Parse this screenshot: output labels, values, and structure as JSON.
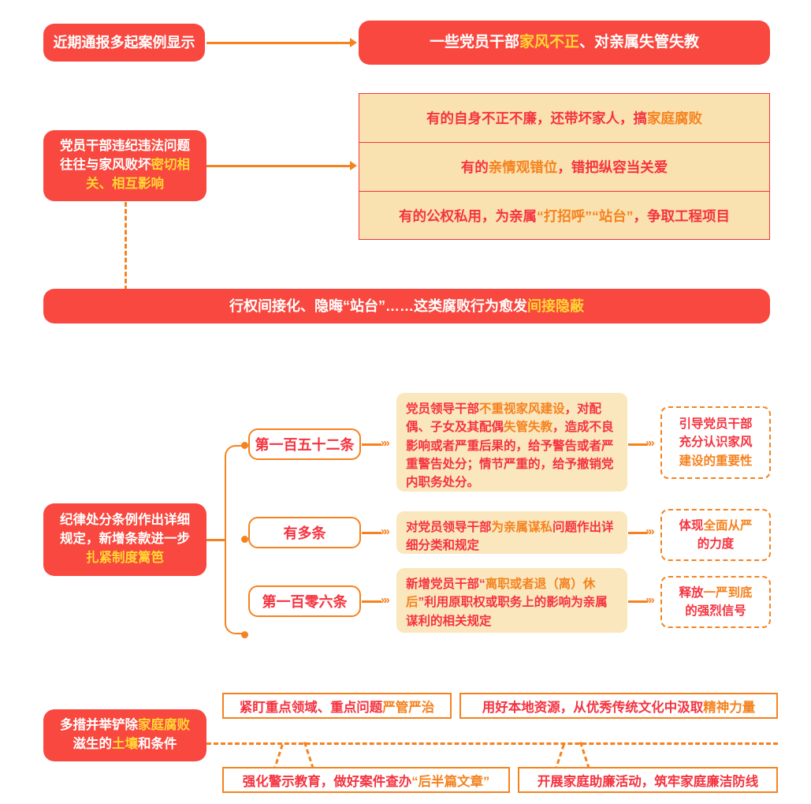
{
  "meta": {
    "title": "家风建设与家庭腐败治理信息图",
    "colors": {
      "red": "#f8483f",
      "red_text": "#f5333f",
      "orange": "#f5821f",
      "yellow": "#ffd633",
      "tan": "#fae2b0",
      "tan_soft": "#fae7bd",
      "white": "#ffffff"
    }
  },
  "section1": {
    "source_box": {
      "label": "近期通报多起案例显示"
    },
    "headline_box": {
      "part1": "一些党员干部",
      "highlight": "家风不正",
      "part2": "、对亲属失管失教"
    }
  },
  "section2": {
    "cause_box": {
      "line1": "党员干部违纪违法问题",
      "line2_plain": "往往与家风败坏",
      "line2_highlight": "密切相",
      "line3_highlight": "关、相互影响"
    },
    "examples": [
      {
        "plain1": "有的自身不正不廉，还带坏家人，搞",
        "highlight": "家庭腐败",
        "plain2": ""
      },
      {
        "plain1": "有的",
        "highlight": "亲情观错位",
        "plain2": "，错把纵容当关爱"
      },
      {
        "plain1": "有的公权私用，为亲属",
        "highlight": "“打招呼”“站台”",
        "plain2": "，争取工程项目"
      }
    ],
    "summary_box": {
      "plain": "行权间接化、隐晦“站台”……这类腐败行为愈发",
      "highlight": "间接隐蔽"
    }
  },
  "section3": {
    "anchor_box": {
      "line1": "纪律处分条例作出详细",
      "line2": "规定，新增条款进一步",
      "line3_highlight": "扎紧制度篱笆"
    },
    "branches": [
      {
        "pill": "第一百五十二条",
        "detail": {
          "seg": [
            {
              "t": "党员领导干部",
              "c": "red"
            },
            {
              "t": "不重视家风建设",
              "c": "orange"
            },
            {
              "t": "，对配偶、子女及其配偶",
              "c": "red"
            },
            {
              "t": "失管失教",
              "c": "orange"
            },
            {
              "t": "，造成不良影响或者严重后果的，给予警告或者严重警告处分；情节严重的，给予撤销党内职务处分。",
              "c": "red"
            }
          ]
        },
        "outcome": {
          "line1": "引导党员干部",
          "line2": "充分认识家风",
          "line3_highlight": "建设的重要性"
        }
      },
      {
        "pill": "有多条",
        "detail": {
          "seg": [
            {
              "t": "对党员领导干部",
              "c": "red"
            },
            {
              "t": "为亲属谋私",
              "c": "orange"
            },
            {
              "t": "问题作出详细分类和规定",
              "c": "red"
            }
          ]
        },
        "outcome": {
          "line1": "体现",
          "line1_highlight": "全面从严",
          "line2": "的力度"
        }
      },
      {
        "pill": "第一百零六条",
        "detail": {
          "seg": [
            {
              "t": "新增党员干部“",
              "c": "red"
            },
            {
              "t": "离职或者退（离）休后",
              "c": "orange"
            },
            {
              "t": "”利用原职权或职务上的影响为亲属谋利的相关规定",
              "c": "red"
            }
          ]
        },
        "outcome": {
          "line1": "释放",
          "line1_highlight": "一严到底",
          "line2": "的强烈信号"
        }
      }
    ]
  },
  "section4": {
    "anchor_box": {
      "line1_plain": "多措并举铲除",
      "line1_highlight": "家庭腐败",
      "line2_plain": "滋生的",
      "line2_highlight": "土壤",
      "line2_plain2": "和条件"
    },
    "measures": [
      {
        "plain1": "紧盯重点领域、重点问题",
        "highlight": "严管严治",
        "plain2": ""
      },
      {
        "plain1": "用好本地资源，从优秀传统文化中汲取",
        "highlight": "精神力量",
        "plain2": ""
      },
      {
        "plain1": "强化警示教育，做好案件查办",
        "highlight": "“后半篇文章”",
        "plain2": ""
      },
      {
        "plain1": "开展家庭助廉活动，筑牢家庭廉洁防线",
        "highlight": "",
        "plain2": ""
      }
    ]
  }
}
